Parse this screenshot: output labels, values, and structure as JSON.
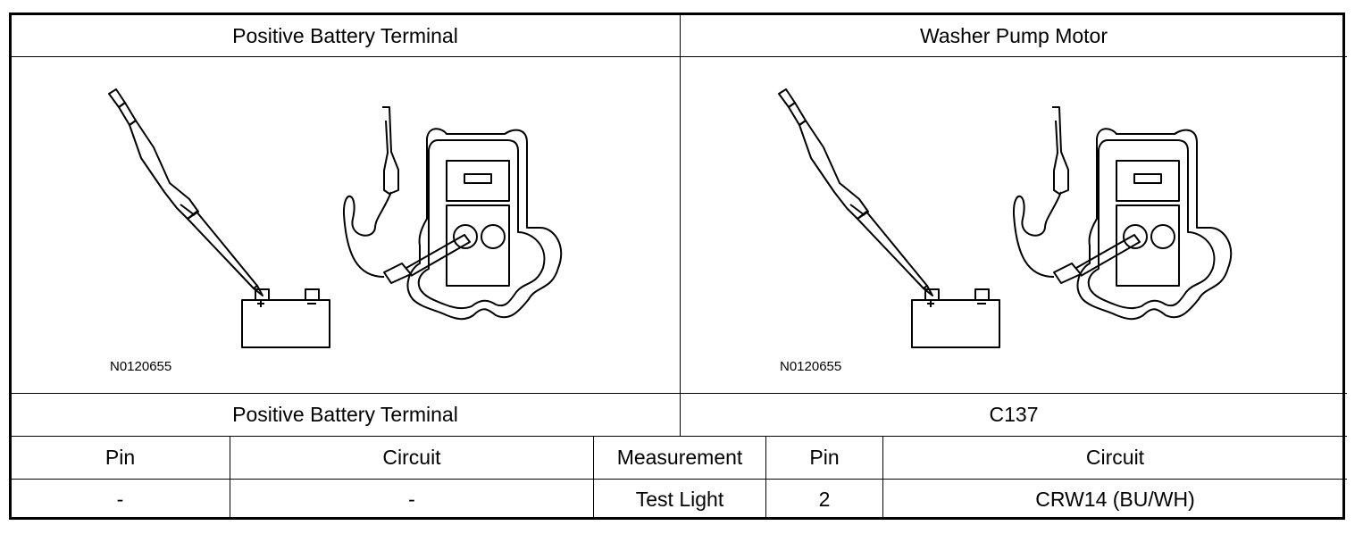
{
  "header": {
    "left_title": "Positive Battery Terminal",
    "right_title": "Washer Pump Motor"
  },
  "figures": [
    {
      "code": "N0120655",
      "icon": "test-light-battery-connector-illustration"
    },
    {
      "code": "N0120655",
      "icon": "test-light-battery-connector-illustration"
    }
  ],
  "subheader": {
    "left": "Positive Battery Terminal",
    "right": "C137"
  },
  "table": {
    "columns": [
      "Pin",
      "Circuit",
      "Measurement",
      "Pin",
      "Circuit"
    ],
    "rows": [
      [
        "-",
        "-",
        "Test Light",
        "2",
        "CRW14 (BU/WH)"
      ]
    ]
  }
}
